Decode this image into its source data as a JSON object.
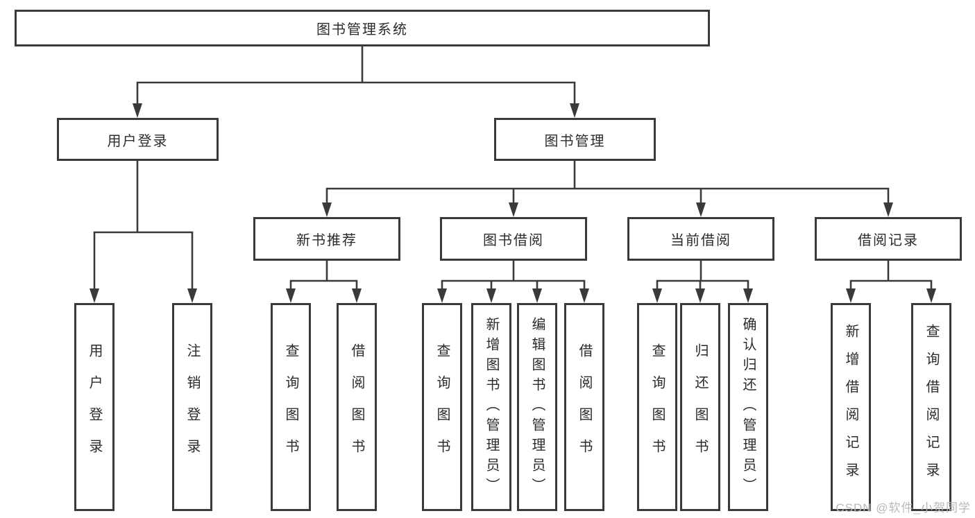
{
  "tree": {
    "root": {
      "label": "图书管理系统"
    },
    "level2": [
      {
        "label": "用户登录",
        "parent": "图书管理系统"
      },
      {
        "label": "图书管理",
        "parent": "图书管理系统"
      }
    ],
    "level3": [
      {
        "label": "新书推荐",
        "parent": "图书管理"
      },
      {
        "label": "图书借阅",
        "parent": "图书管理"
      },
      {
        "label": "当前借阅",
        "parent": "图书管理"
      },
      {
        "label": "借阅记录",
        "parent": "图书管理"
      }
    ],
    "leaves": [
      {
        "label": "用户登录",
        "parent": "用户登录"
      },
      {
        "label": "注销登录",
        "parent": "用户登录"
      },
      {
        "label": "查询图书",
        "parent": "新书推荐"
      },
      {
        "label": "借阅图书",
        "parent": "新书推荐"
      },
      {
        "label": "查询图书",
        "parent": "图书借阅"
      },
      {
        "label": "新增图书（管理员）",
        "parent": "图书借阅"
      },
      {
        "label": "编辑图书（管理员）",
        "parent": "图书借阅"
      },
      {
        "label": "借阅图书",
        "parent": "图书借阅"
      },
      {
        "label": "查询图书",
        "parent": "当前借阅"
      },
      {
        "label": "归还图书",
        "parent": "当前借阅"
      },
      {
        "label": "确认归还（管理员）",
        "parent": "当前借阅"
      },
      {
        "label": "新增借阅记录",
        "parent": "借阅记录"
      },
      {
        "label": "查询借阅记录",
        "parent": "借阅记录"
      }
    ]
  },
  "watermark": "CSDN @软件_小贺同学",
  "colors": {
    "line": "#3a3a3a",
    "box_border": "#3a3a3a",
    "text": "#2b2b2b",
    "watermark": "#b9b9b9",
    "background": "#ffffff"
  }
}
